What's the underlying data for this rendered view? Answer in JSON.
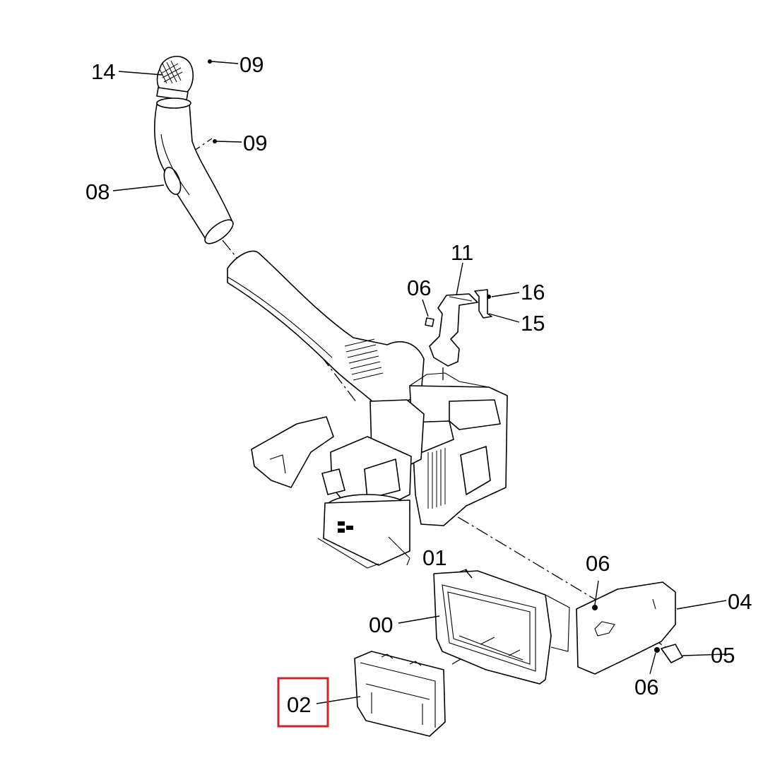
{
  "diagram": {
    "type": "exploded parts diagram",
    "callouts": {
      "c14": "14",
      "c09a": "09",
      "c09b": "09",
      "c08": "08",
      "c11": "11",
      "c06a": "06",
      "c16": "16",
      "c15": "15",
      "c01": "01",
      "c06b": "06",
      "c04": "04",
      "c00": "00",
      "c05": "05",
      "c06c": "06",
      "c02": "02"
    },
    "highlighted_callout": "02",
    "highlight_color": "#d0202a",
    "line_color": "#000000",
    "background_color": "#ffffff"
  }
}
